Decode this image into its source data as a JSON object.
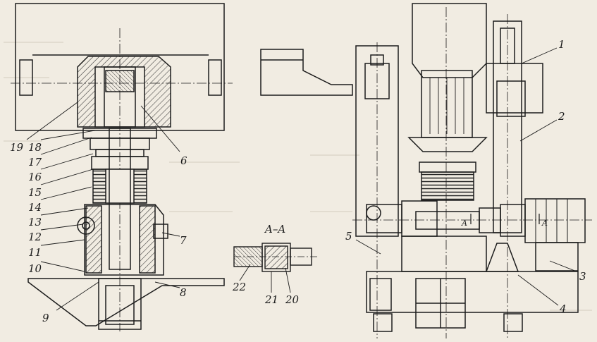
{
  "figure": {
    "section_title": "A–A",
    "section_marks": [
      "A",
      "A"
    ],
    "part_labels": [
      "1",
      "2",
      "3",
      "4",
      "5",
      "6",
      "7",
      "8",
      "9",
      "10",
      "11",
      "12",
      "13",
      "14",
      "15",
      "16",
      "17",
      "18",
      "19",
      "20",
      "21",
      "22"
    ],
    "colors": {
      "ink": "#1c1c1c",
      "paper": "#f1ece2",
      "hatch": "#333333"
    }
  }
}
